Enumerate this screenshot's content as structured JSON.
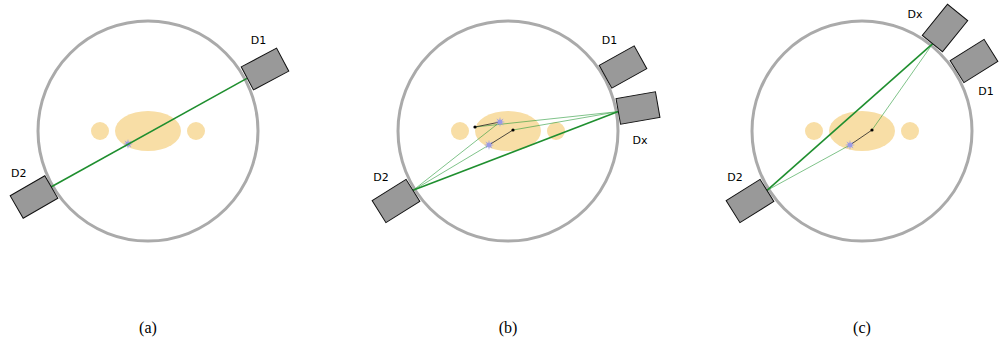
{
  "diagram": {
    "nodes": [
      {
        "text": [
          "D1"
        ]
      },
      {
        "text": [
          "D2"
        ]
      },
      {
        "text": [
          "D1"
        ]
      },
      {
        "text": [
          "Dx"
        ]
      },
      {
        "text": [
          "D2"
        ]
      },
      {
        "text": [
          "Dx"
        ]
      },
      {
        "text": [
          "D1"
        ]
      },
      {
        "text": [
          "D2"
        ]
      }
    ],
    "edges": [
      {
        "from": 1,
        "to": 0,
        "arrow": "none"
      },
      {
        "from": 4,
        "to": 3,
        "arrow": "none"
      },
      {
        "from": 7,
        "to": 5,
        "arrow": "none"
      }
    ],
    "labels": [
      "(a)",
      "(b)",
      "(c)"
    ]
  }
}
